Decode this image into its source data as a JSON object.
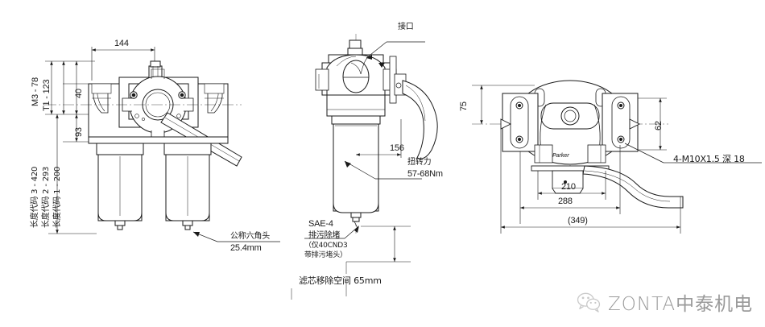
{
  "drawing": {
    "title": "Parker hydraulic filter assembly dimensional drawing",
    "line_color": "#1a1a1a",
    "background": "#ffffff",
    "views": [
      {
        "name": "front-view-duplex",
        "label": ""
      },
      {
        "name": "side-view-single",
        "label": ""
      },
      {
        "name": "top-view",
        "label": ""
      }
    ]
  },
  "left_view": {
    "width_dim": "144",
    "code_m3": "M3 - 78",
    "code_t1": "T1 - 123",
    "dim_40": "40",
    "dim_93": "93",
    "length_code_3": "长度代码 3 - 420",
    "length_code_2": "长度代码 2 - 293",
    "length_code_1": "长度代码 1 - 200",
    "hex_note_line1": "公称六角头",
    "hex_note_line2": "25.4mm"
  },
  "middle_view": {
    "port_label": "接口",
    "dim_156": "156",
    "torque_line1": "扭转力",
    "torque_line2": "57-68Nm",
    "sae_label": "SAE-4",
    "drain_line1": "排污除堵",
    "drain_line2": "（仅40CND3",
    "drain_line3": "带排污堵头）",
    "element_clearance": "滤芯移除空间 65mm"
  },
  "right_view": {
    "dim_75": "75",
    "dim_62": "62",
    "thread_note": "4-M10X1.5 深 18",
    "dim_210": "210",
    "dim_288": "288",
    "dim_349": "(349)",
    "brand_mark": "Parker"
  },
  "banner": {
    "text": "ZONTA中泰机电",
    "icon": "wechat-icon",
    "text_color": "#9a9a9a"
  }
}
